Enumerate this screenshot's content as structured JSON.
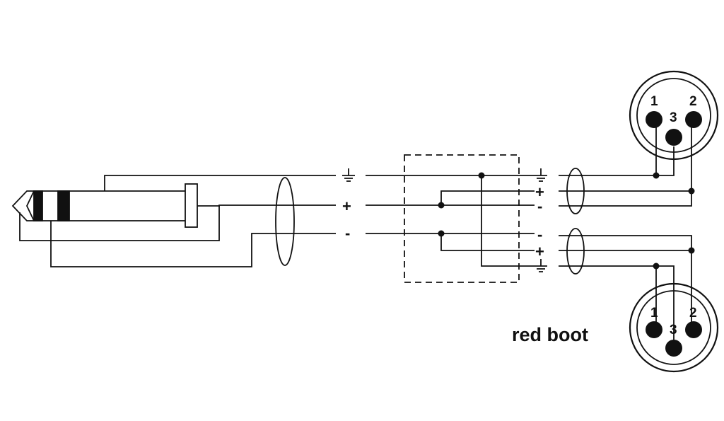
{
  "signals": {
    "ground": "⏚",
    "plus": "+",
    "minus": "-"
  },
  "xlr_top": {
    "pin1": "1",
    "pin2": "2",
    "pin3": "3"
  },
  "xlr_bottom": {
    "pin1": "1",
    "pin2": "2",
    "pin3": "3"
  },
  "caption": "red boot",
  "colors": {
    "line": "#111111",
    "background": "#ffffff"
  }
}
